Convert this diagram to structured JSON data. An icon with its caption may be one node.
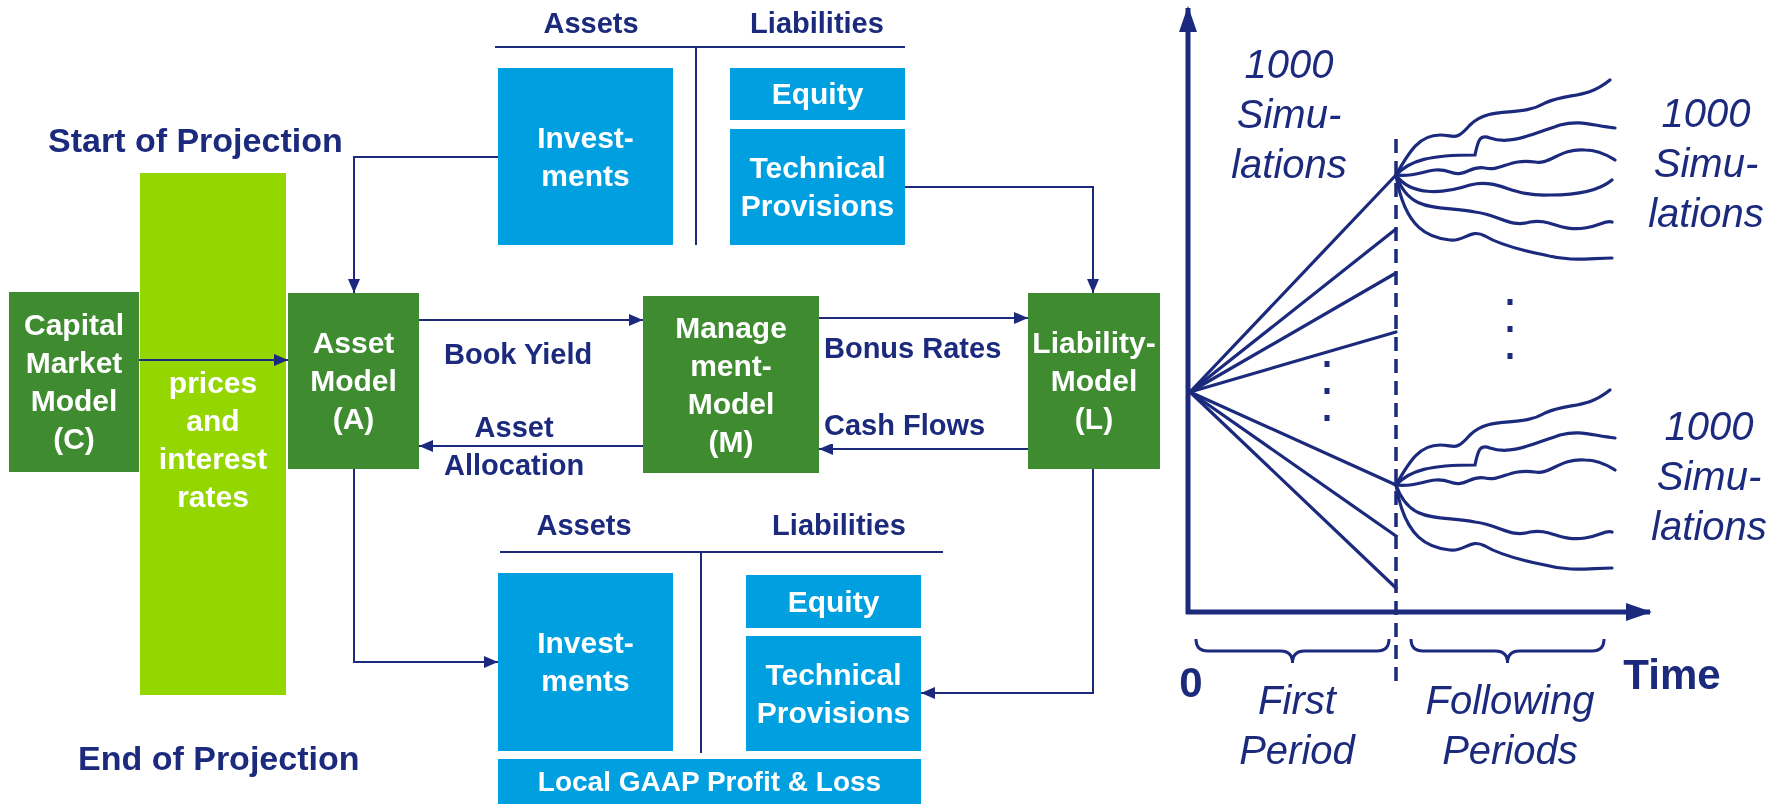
{
  "diagram": {
    "nodes": [
      {
        "text": [
          "Invest- ments"
        ]
      },
      {
        "text": [
          "Equity"
        ]
      },
      {
        "text": [
          "Technical Provisions"
        ]
      },
      {
        "text": [
          "Capital Market Model (C)"
        ]
      },
      {
        "text": [
          "Asset Model (A)"
        ]
      },
      {
        "text": [
          "Manage ment- Model (M)"
        ]
      },
      {
        "text": [
          "Liability- Model (L)"
        ]
      },
      {
        "text": [
          "Invest- ments"
        ]
      },
      {
        "text": [
          "Equity"
        ]
      },
      {
        "text": [
          "Technical Provisions"
        ]
      },
      {
        "text": [
          "Local GAAP Profit & Loss"
        ]
      }
    ],
    "edges": [
      {
        "from": 0,
        "to": 4,
        "arrow": "to"
      },
      {
        "from": 2,
        "to": 6,
        "arrow": "to"
      },
      {
        "from": 3,
        "to": 4,
        "arrow": "to",
        "label": "prices and interest rates"
      },
      {
        "from": 4,
        "to": 5,
        "arrow": "to",
        "label": "Book Yield"
      },
      {
        "from": 5,
        "to": 4,
        "arrow": "to",
        "label": "Asset Allocation"
      },
      {
        "from": 5,
        "to": 6,
        "arrow": "to",
        "label": "Bonus Rates"
      },
      {
        "from": 6,
        "to": 5,
        "arrow": "to",
        "label": "Cash Flows"
      },
      {
        "from": 4,
        "to": 7,
        "arrow": "to"
      },
      {
        "from": 6,
        "to": 9,
        "arrow": "to"
      }
    ],
    "labels": [
      "Assets",
      "Liabilities",
      "Start of Projection",
      "Assets",
      "Liabilities",
      "End of Projection",
      "1000 Simu- lations",
      "1000 Simu- lations",
      "1000 Simu- lations",
      "0",
      "Time",
      "First Period",
      "Following Periods"
    ]
  }
}
